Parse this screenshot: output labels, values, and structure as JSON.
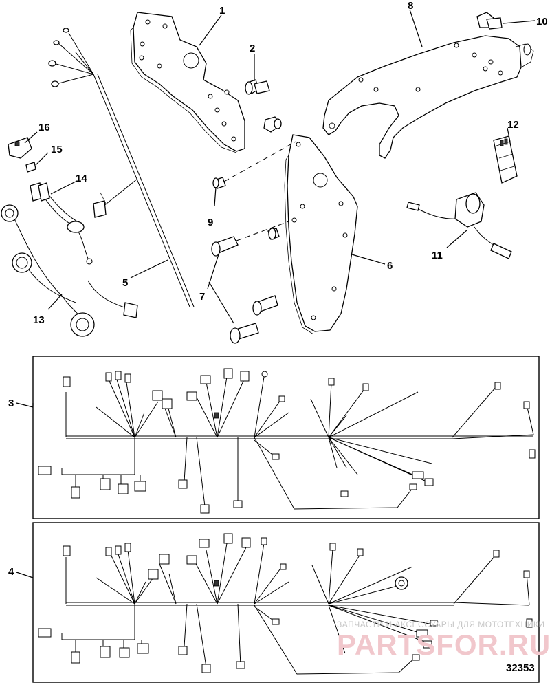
{
  "callouts": {
    "n1": "1",
    "n2": "2",
    "n3": "3",
    "n4": "4",
    "n5": "5",
    "n6": "6",
    "n7": "7",
    "n8": "8",
    "n9": "9",
    "n10": "10",
    "n11": "11",
    "n12": "12",
    "n13": "13",
    "n14": "14",
    "n15": "15",
    "n16": "16"
  },
  "drawing_number": "32353",
  "watermark": {
    "line1": "ЗАПЧАСТИ И АКСЕССУАРЫ ДЛЯ МОТОТЕХНИКИ",
    "line2": "PARTSFOR.RU"
  }
}
